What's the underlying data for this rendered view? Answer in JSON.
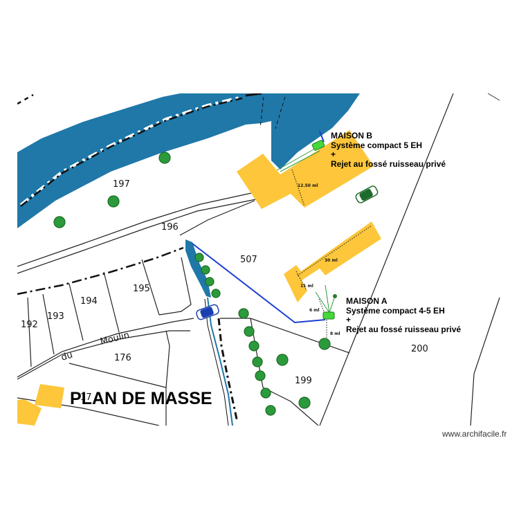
{
  "title": "PLAN DE MASSE",
  "credit": "www.archifacile.fr",
  "colors": {
    "water": "#1f78a8",
    "building": "#fdc63b",
    "tree": "#2c9a3c",
    "pipe": "#1a3fd0",
    "septic_tank": "#45d83a",
    "lines": "#222222"
  },
  "plots": [
    "197",
    "196",
    "507",
    "195",
    "194",
    "193",
    "192",
    "176",
    "17",
    "199",
    "200"
  ],
  "street": {
    "part1": "du",
    "part2": "Moulin"
  },
  "maison_b": {
    "name": "MAISON B",
    "system": "Système compact 5 EH",
    "plus": "+",
    "discharge": "Rejet au fossé ruisseau privé",
    "dimension": "12.50 ml"
  },
  "maison_a": {
    "name": "MAISON A",
    "system": "Système compact 4-5 EH",
    "plus": "+",
    "discharge": "Rejet au fossé ruisseau privé",
    "dim_length": "30 ml",
    "dim_width": "11 ml",
    "dim_pipe1": "6 ml",
    "dim_pipe2": "8 ml"
  },
  "icons": [
    "tree-icon",
    "car-icon",
    "septic-tank-icon"
  ]
}
